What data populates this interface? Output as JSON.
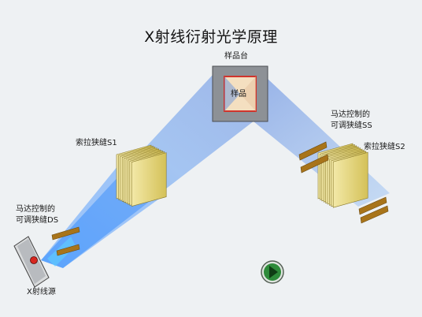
{
  "title": "X射线衍射光学原理",
  "labels": {
    "sample_stage": "样品台",
    "sample": "样品",
    "soller_s1": "索拉狭缝S1",
    "soller_s2": "索拉狭缝S2",
    "ds_line1": "马达控制的",
    "ds_line2": "可调狭缝DS",
    "ss_line1": "马达控制的",
    "ss_line2": "可调狭缝SS",
    "xray_source": "X射线源"
  },
  "colors": {
    "background": "#eef1f3",
    "beam": "#3d8cff",
    "soller_plate": "#e6d77a",
    "slit": "#a8741a",
    "stage": "#8d9196",
    "sample_border": "#d0342c",
    "play_button": "#2e8b3a"
  },
  "controls": {
    "play_icon": "play-icon"
  }
}
